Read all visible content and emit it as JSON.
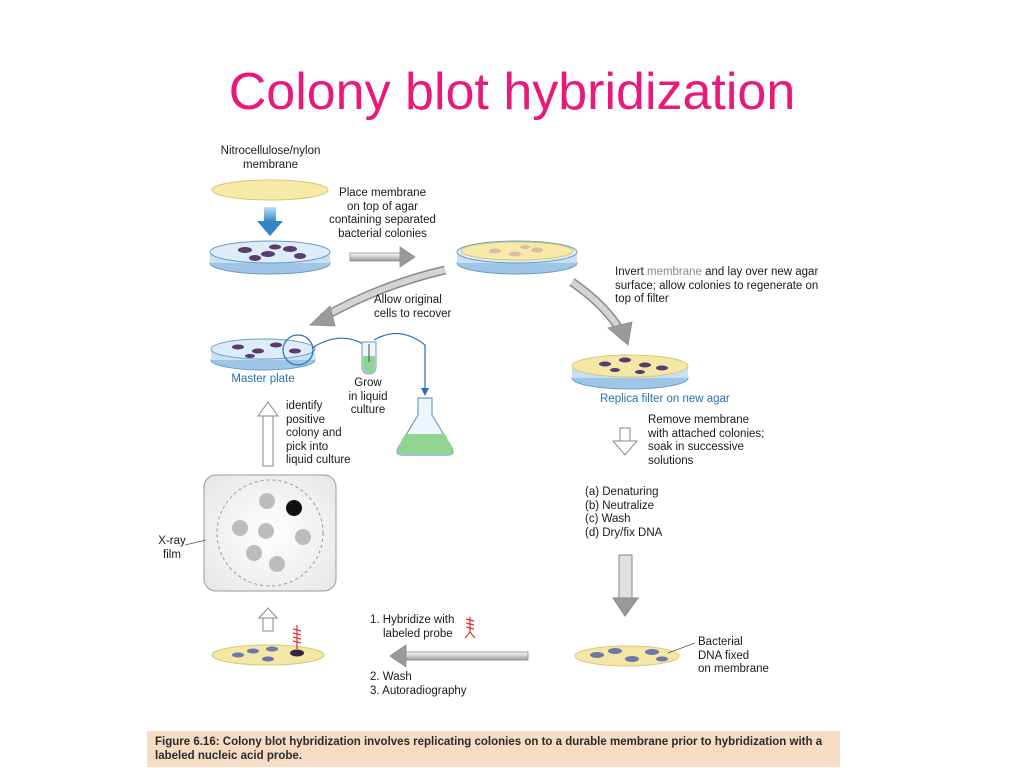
{
  "slide": {
    "title": "Colony blot hybridization"
  },
  "labels": {
    "membrane_line1": "Nitrocellulose/nylon",
    "membrane_line2": "membrane",
    "place_line1": "Place membrane",
    "place_line2": "on top of agar",
    "place_line3": "containing separated",
    "place_line4": "bacterial colonies",
    "invert_pre": "Invert ",
    "invert_hl": "membrane",
    "invert_post": " and lay over new agar",
    "invert_line2": "surface; allow colonies to regenerate on",
    "invert_line3": "top of filter",
    "allow_line1": "Allow original",
    "allow_line2": "cells to recover",
    "master_plate": "Master plate",
    "grow_line1": "Grow",
    "grow_line2": "in liquid",
    "grow_line3": "culture",
    "replica_filter": "Replica filter on new agar",
    "identify_line1": "identify",
    "identify_line2": "positive",
    "identify_line3": "colony and",
    "identify_line4": "pick into",
    "identify_line5": "liquid culture",
    "remove_line1": "Remove membrane",
    "remove_line2": "with attached colonies;",
    "remove_line3": "soak in successive",
    "remove_line4": "solutions",
    "step_a": "(a) Denaturing",
    "step_b": "(b) Neutralize",
    "step_c": "(c) Wash",
    "step_d": "(d) Dry/fix DNA",
    "xray_line1": "X-ray",
    "xray_line2": "film",
    "hyb_line1": "1. Hybridize with",
    "hyb_line2": "labeled probe",
    "wash": "2. Wash",
    "autorad": "3. Autoradiography",
    "bact_line1": "Bacterial",
    "bact_line2": "DNA fixed",
    "bact_line3": "on membrane"
  },
  "caption": {
    "figure": "Figure 6.16:",
    "text": " Colony blot hybridization involves replicating colonies on to a durable membrane prior to hybridization with a labeled nucleic acid probe."
  },
  "colors": {
    "title": "#e8197a",
    "membrane": "#f6eba6",
    "agar_blue": "#bcd8ef",
    "colony": "#5b3a6e",
    "arrow_gray": "#9a9a9a",
    "label_blue": "#2a6fb0",
    "caption_bg": "#f5dcc3"
  }
}
